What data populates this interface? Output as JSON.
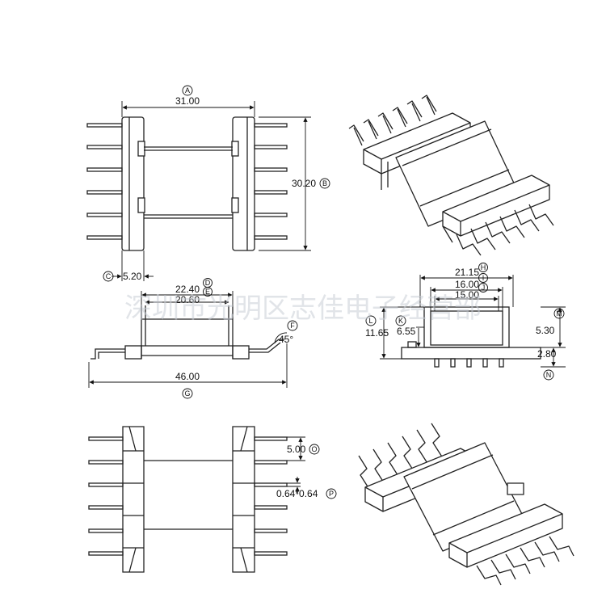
{
  "watermark": "深圳市光明区志佳电子经营部",
  "dimensions": {
    "A": {
      "letter": "A",
      "value": "31.00"
    },
    "B": {
      "letter": "B",
      "value": "30.20"
    },
    "C": {
      "letter": "C",
      "value": "5.20"
    },
    "D": {
      "letter": "D",
      "value": "22.40"
    },
    "E": {
      "letter": "E",
      "value": "20.60"
    },
    "F": {
      "letter": "F",
      "value": "45°"
    },
    "G": {
      "letter": "G",
      "value": "46.00"
    },
    "H": {
      "letter": "H",
      "value": "21.15"
    },
    "I": {
      "letter": "I",
      "value": "16.00"
    },
    "J": {
      "letter": "J",
      "value": "15.00"
    },
    "K": {
      "letter": "K",
      "value": "6.55"
    },
    "L": {
      "letter": "L",
      "value": "11.65"
    },
    "M": {
      "letter": "M",
      "value": "5.30"
    },
    "N": {
      "letter": "N",
      "value": "2.80"
    },
    "O": {
      "letter": "O",
      "value": "5.00"
    },
    "P": {
      "letter": "P",
      "value": "0.64*0.64"
    }
  }
}
